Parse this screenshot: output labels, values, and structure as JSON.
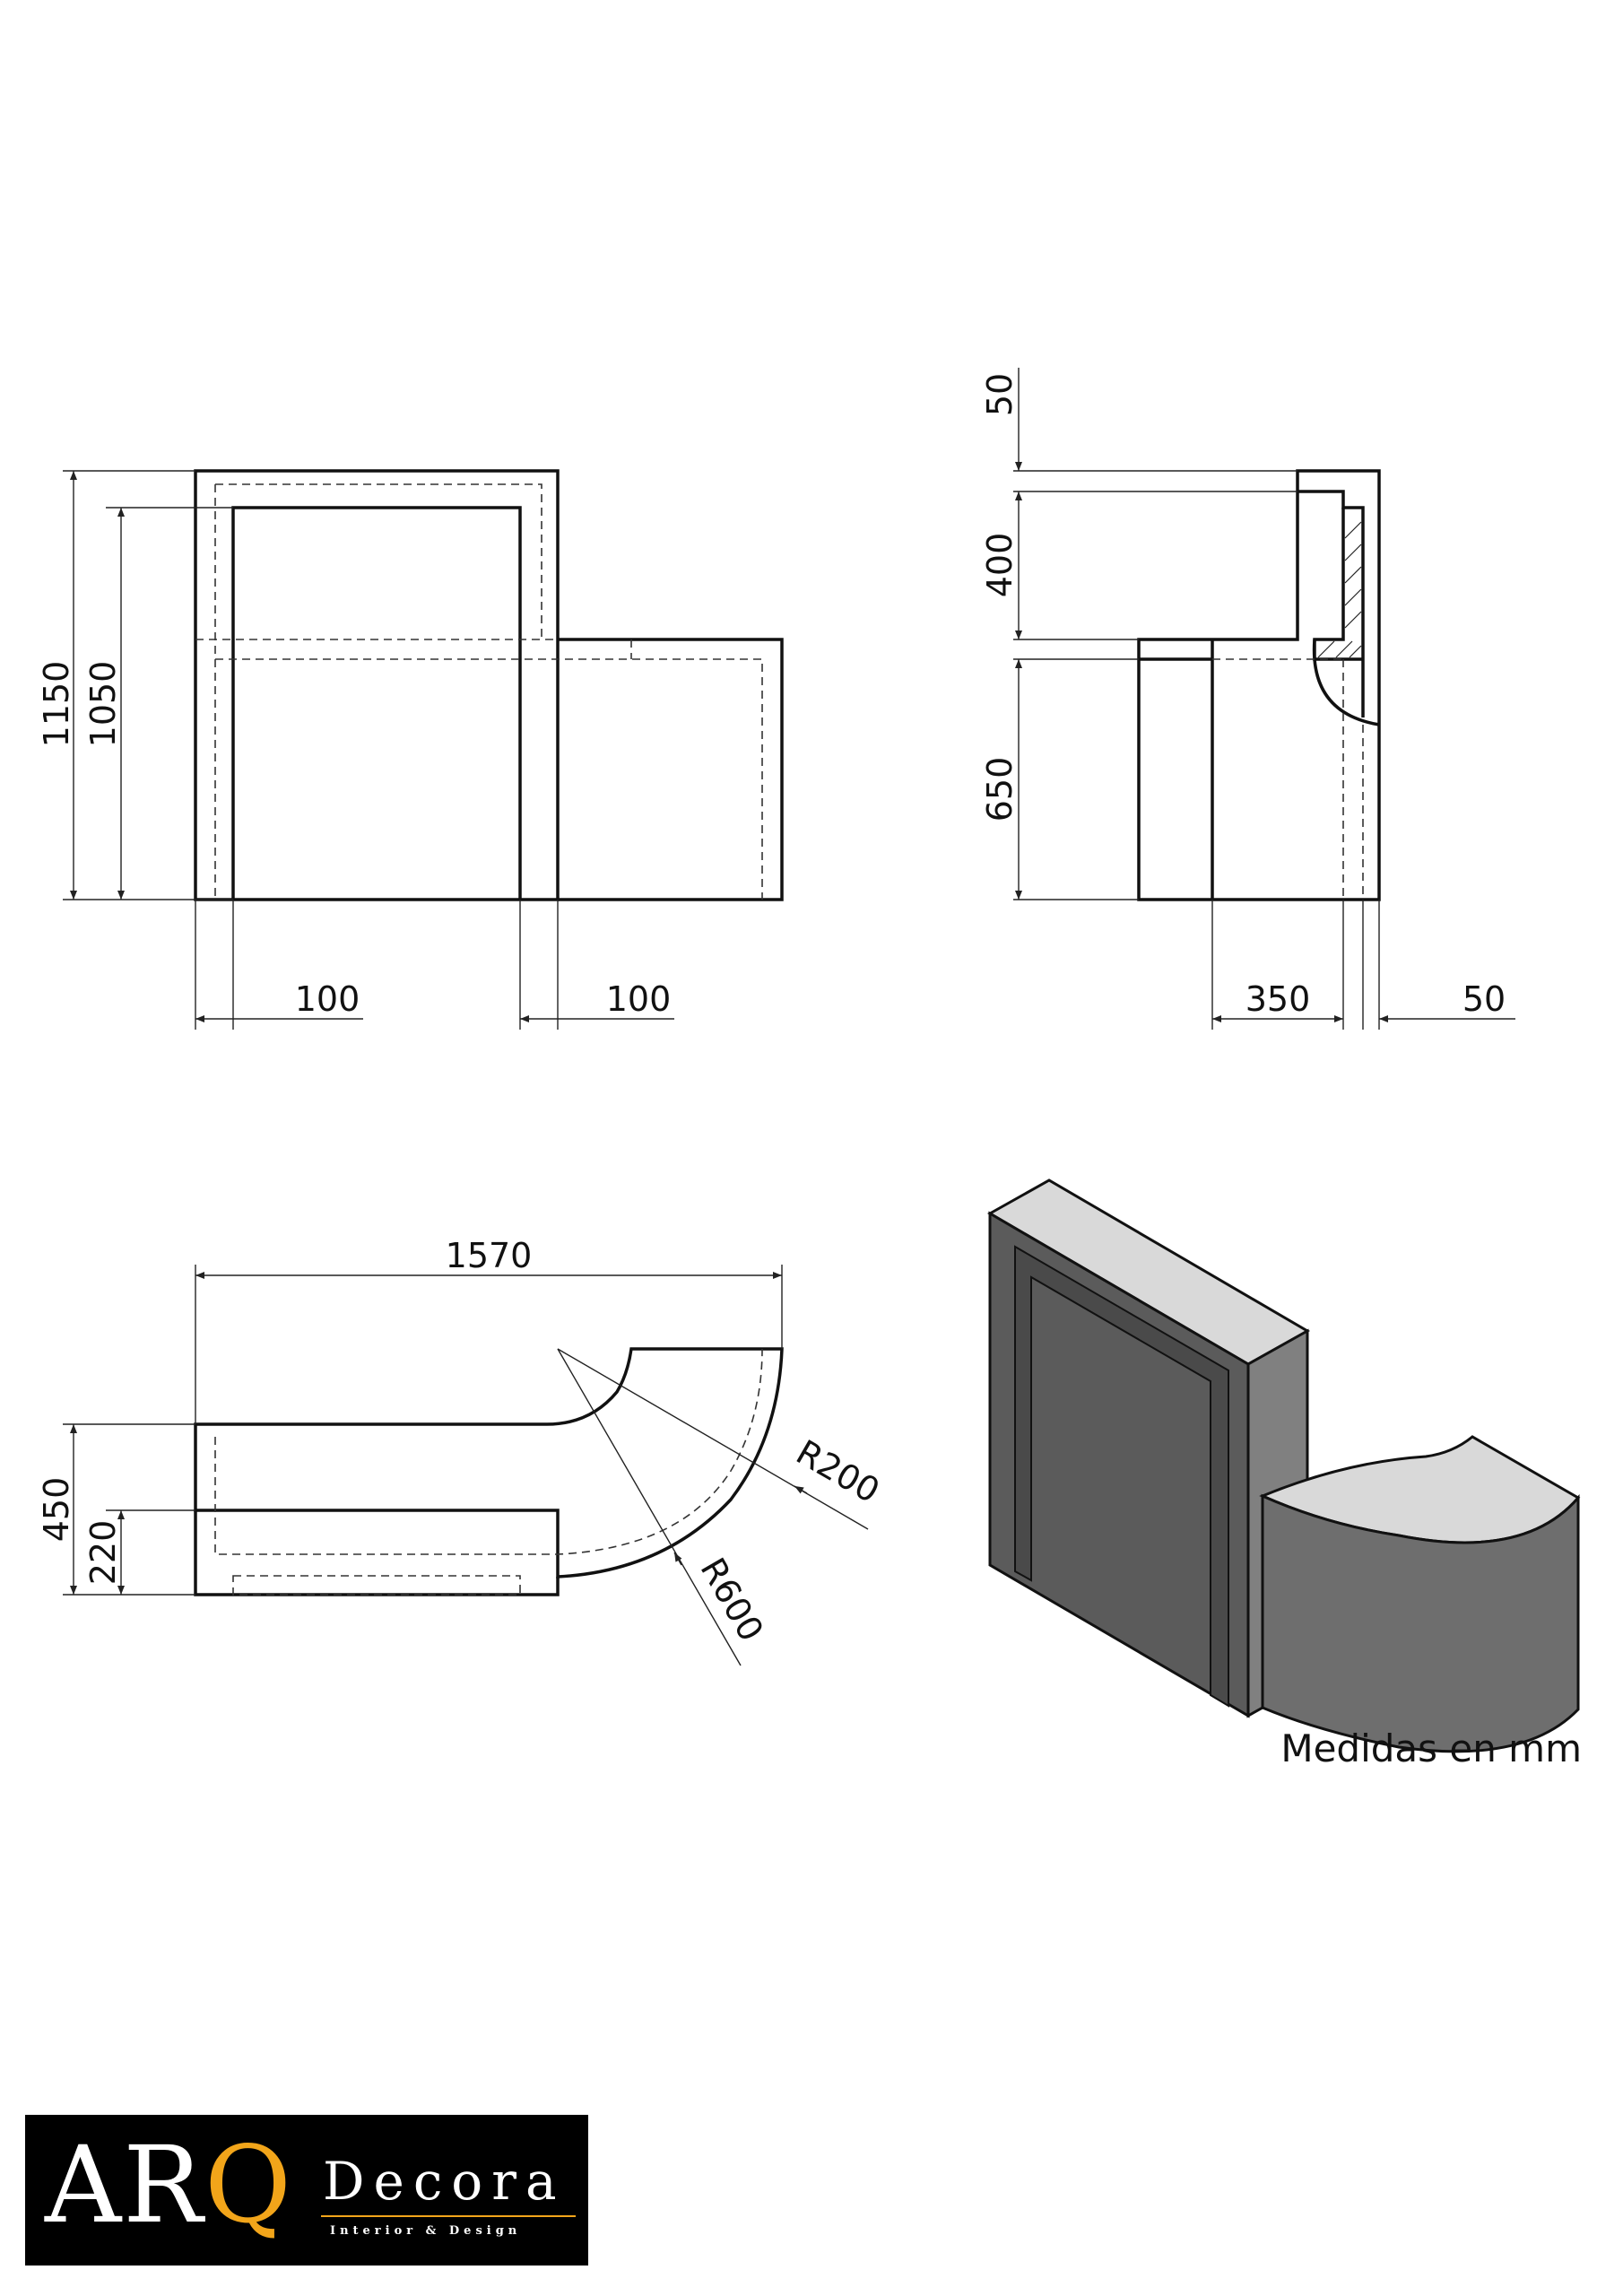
{
  "views": {
    "front": {
      "dims": {
        "height_total": "1150",
        "height_inner": "1050",
        "frame_width": "100",
        "frame_width_right": "100"
      }
    },
    "side": {
      "dims": {
        "top_thickness": "50",
        "upper_panel_height": "400",
        "lower_height": "650",
        "counter_depth": "350",
        "panel_thickness": "50"
      }
    },
    "plan": {
      "dims": {
        "overall_length": "1570",
        "depth_total": "450",
        "depth_lower": "220",
        "radius_small": "R200",
        "radius_large": "R600"
      }
    }
  },
  "note": "Medidas en mm",
  "logo": {
    "mark_a": "AR",
    "mark_q": "Q",
    "name": "Decora",
    "tagline": "Interior & Design"
  },
  "colors": {
    "iso_top": "#d9d9d9",
    "iso_front_dark": "#5b5b5b",
    "iso_side": "#808080",
    "iso_curve": "#6e6e6e",
    "logo_accent": "#f2a51a"
  }
}
